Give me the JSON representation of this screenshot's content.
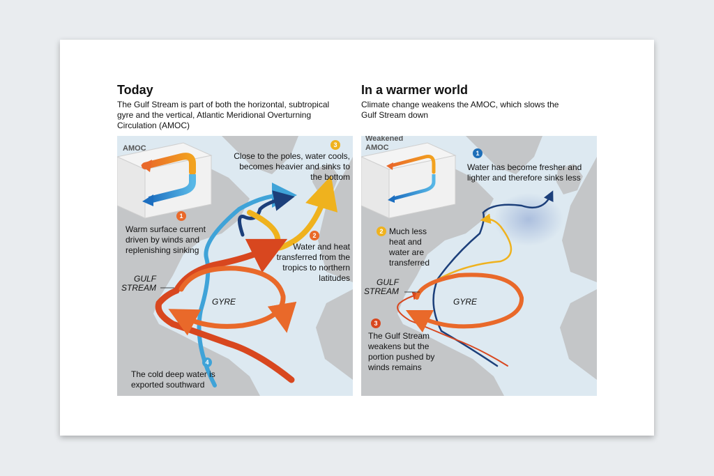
{
  "left": {
    "title": "Today",
    "subtitle": "The Gulf Stream is part of both the horizontal, subtropical gyre and the vertical, Atlantic Meridional Overturning Circulation (AMOC)",
    "amoc_label": "AMOC",
    "gulf_label": "GULF",
    "stream_label": "STREAM",
    "gyre_label": "GYRE",
    "callouts": [
      {
        "num": "1",
        "text": "Warm surface current driven by winds and replenishing sinking"
      },
      {
        "num": "2",
        "text": "Water and heat transferred from the tropics to northern latitudes"
      },
      {
        "num": "3",
        "text": "Close to the poles, water cools, becomes heavier and sinks to the bottom"
      },
      {
        "num": "4",
        "text": "The cold deep water is exported southward"
      }
    ]
  },
  "right": {
    "title": "In a warmer world",
    "subtitle": "Climate change weakens the AMOC, which slows the Gulf Stream down",
    "amoc_label_1": "Weakened",
    "amoc_label_2": "AMOC",
    "gulf_label": "GULF",
    "stream_label": "STREAM",
    "gyre_label": "GYRE",
    "callouts": [
      {
        "num": "1",
        "text": "Water has become fresher and lighter and therefore sinks less"
      },
      {
        "num": "2",
        "text": "Much less heat and water are transferred"
      },
      {
        "num": "3",
        "text": "The Gulf Stream weakens but the portion pushed by winds remains"
      }
    ]
  },
  "colors": {
    "warm": "#e9692a",
    "warm_dark": "#d8471f",
    "yellow": "#efb21e",
    "deep_blue": "#1c3f7a",
    "cold_blue": "#3fa3d8",
    "ocean": "#dde9f1",
    "land": "#c4c6c8"
  }
}
